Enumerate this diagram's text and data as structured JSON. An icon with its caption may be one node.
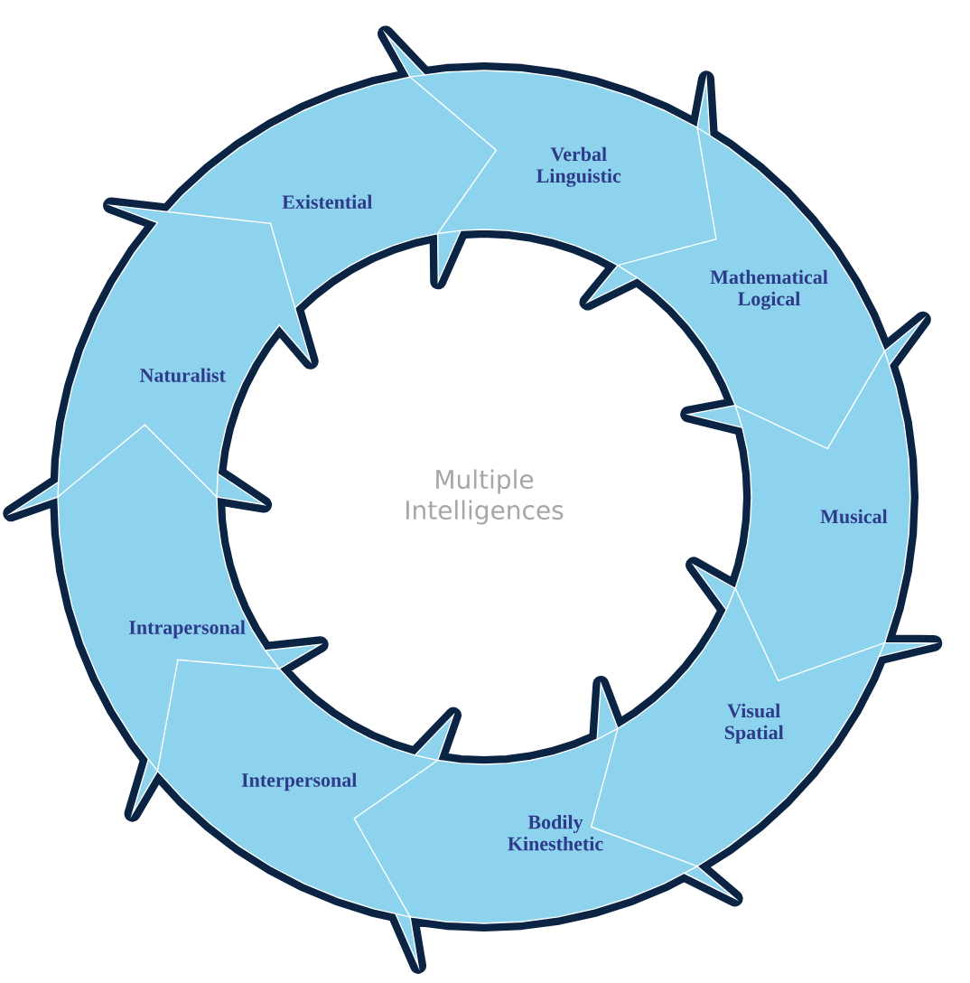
{
  "diagram": {
    "nodes": [
      {
        "text": [
          "Existential"
        ]
      },
      {
        "text": [
          "Verbal Linguistic"
        ]
      },
      {
        "text": [
          "Mathematical Logical"
        ]
      },
      {
        "text": [
          "Musical"
        ]
      },
      {
        "text": [
          "Visual Spatial"
        ]
      },
      {
        "text": [
          "Bodily Kinesthetic"
        ]
      },
      {
        "text": [
          "Interpersonal"
        ]
      },
      {
        "text": [
          "Intrapersonal"
        ]
      },
      {
        "text": [
          "Naturalist"
        ]
      }
    ],
    "labels": [
      "Multiple Intelligences"
    ]
  }
}
